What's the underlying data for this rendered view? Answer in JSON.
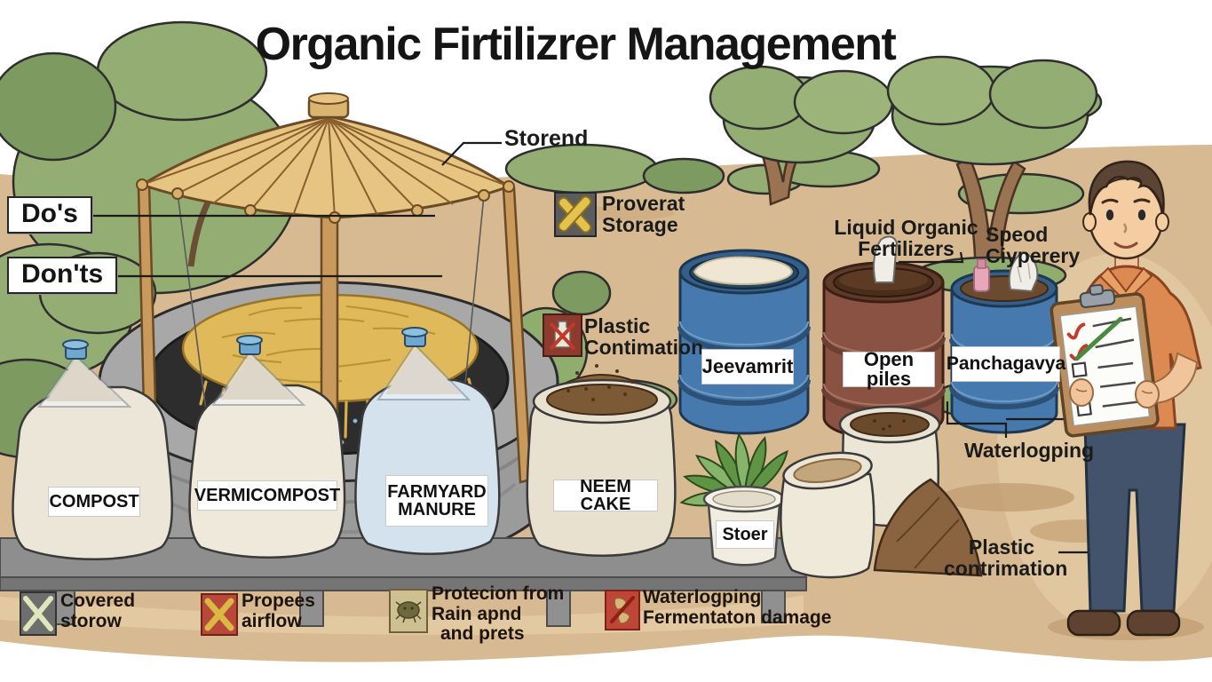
{
  "title": "Organic Firtilizrer Management",
  "side_labels": {
    "dos": "Do's",
    "donts": "Don'ts"
  },
  "callouts": {
    "storend": "Storend",
    "proverat_line1": "Proverat",
    "proverat_line2": "Storage",
    "plastic_line1": "Plastic",
    "plastic_line2": "Contimation",
    "liquid_line1": "Liquid Organic",
    "liquid_line2": "Fertilizers",
    "speod_line1": "Speod",
    "speod_line2": "Ciyperery",
    "waterlogging": "Waterlogping",
    "plastic2_line1": "Plastic",
    "plastic2_line2": "contrimation"
  },
  "bags": [
    {
      "label": "COMPOST"
    },
    {
      "label": "VERMICOMPOST"
    },
    {
      "label": "FARMYARD MANURE"
    },
    {
      "label": "NEEM CAKE"
    }
  ],
  "barrels": [
    {
      "label": "Jeevamrit",
      "color": "#4679ad"
    },
    {
      "label": "Open piles",
      "color": "#8a5242"
    },
    {
      "label": "Panchagavya",
      "color": "#4679ad"
    }
  ],
  "pot_label": "Stoer",
  "legend": [
    {
      "icon": "covered-storage-icon",
      "line1": "Covered",
      "line2": "storow",
      "line3": ""
    },
    {
      "icon": "proper-airflow-icon",
      "line1": "Propees",
      "line2": "airflow",
      "line3": ""
    },
    {
      "icon": "rain-pest-protection-icon",
      "line1": "Protecion from",
      "line2": "Rain apnd",
      "line3": "and prets"
    },
    {
      "icon": "waterlogging-damage-icon",
      "line1": "Waterlogping",
      "line2": "Fermentaton damage",
      "line3": ""
    }
  ],
  "colors": {
    "ground": "#d8ba92",
    "canopy": "#e6c583",
    "straw": "#e0b95a",
    "barrel_blue": "#4679ad",
    "barrel_brown": "#8a5242",
    "warning_red": "#b8483a",
    "shirt_orange": "#dd8952",
    "foliage_green": "#93ad72"
  }
}
